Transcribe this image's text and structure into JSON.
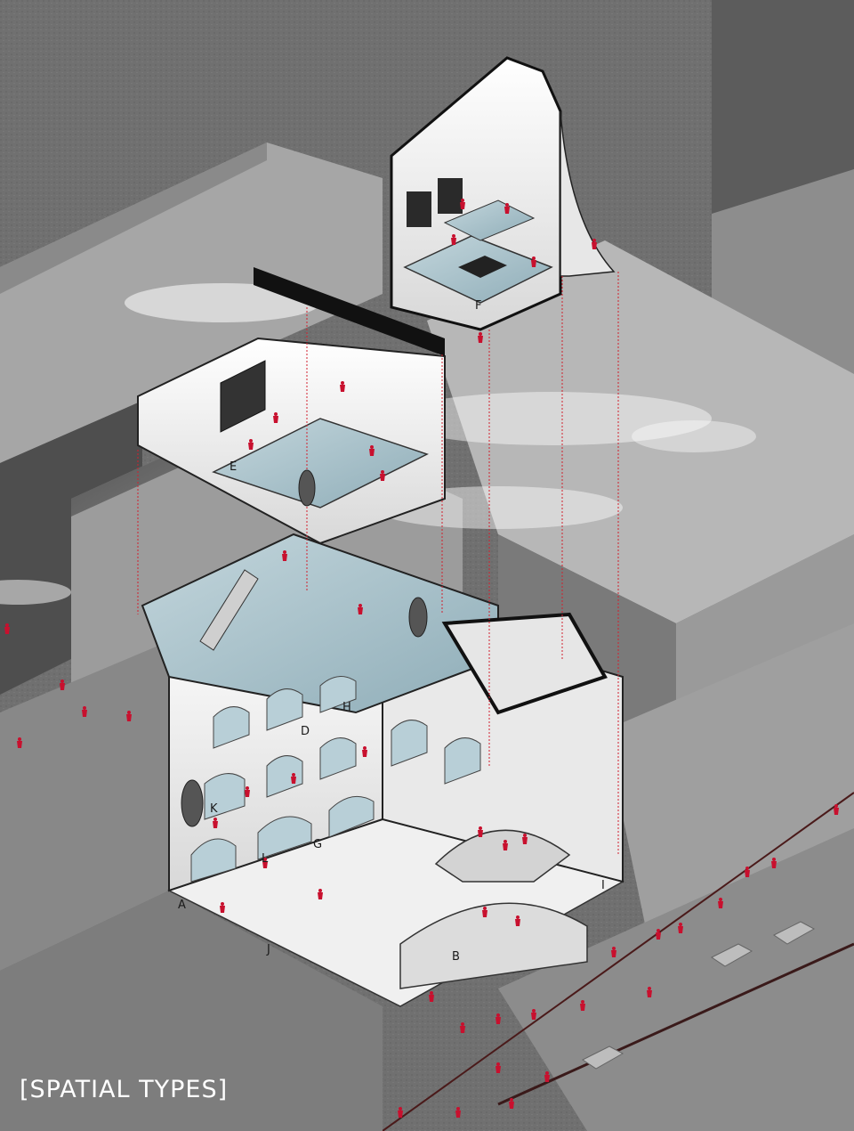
{
  "caption": "[SPATIAL TYPES]",
  "zone_labels": {
    "a": "A",
    "b": "B",
    "d": "D",
    "e": "E",
    "f": "F",
    "g": "G",
    "h": "H",
    "i": "I",
    "j": "J",
    "k": "K",
    "l": "L"
  },
  "colors": {
    "concrete_dark": "#5e5e5e",
    "concrete_mid": "#8a8a8a",
    "concrete_light": "#b9b9b9",
    "wall_white": "#f3f3f3",
    "floor_blue": "#a9c3cc",
    "people_red": "#c8102e",
    "guide_line_red": "#d2202e"
  },
  "icons": {
    "pedestrian": "person-icon",
    "car": "car-icon",
    "ornament": "lantern-icon"
  }
}
